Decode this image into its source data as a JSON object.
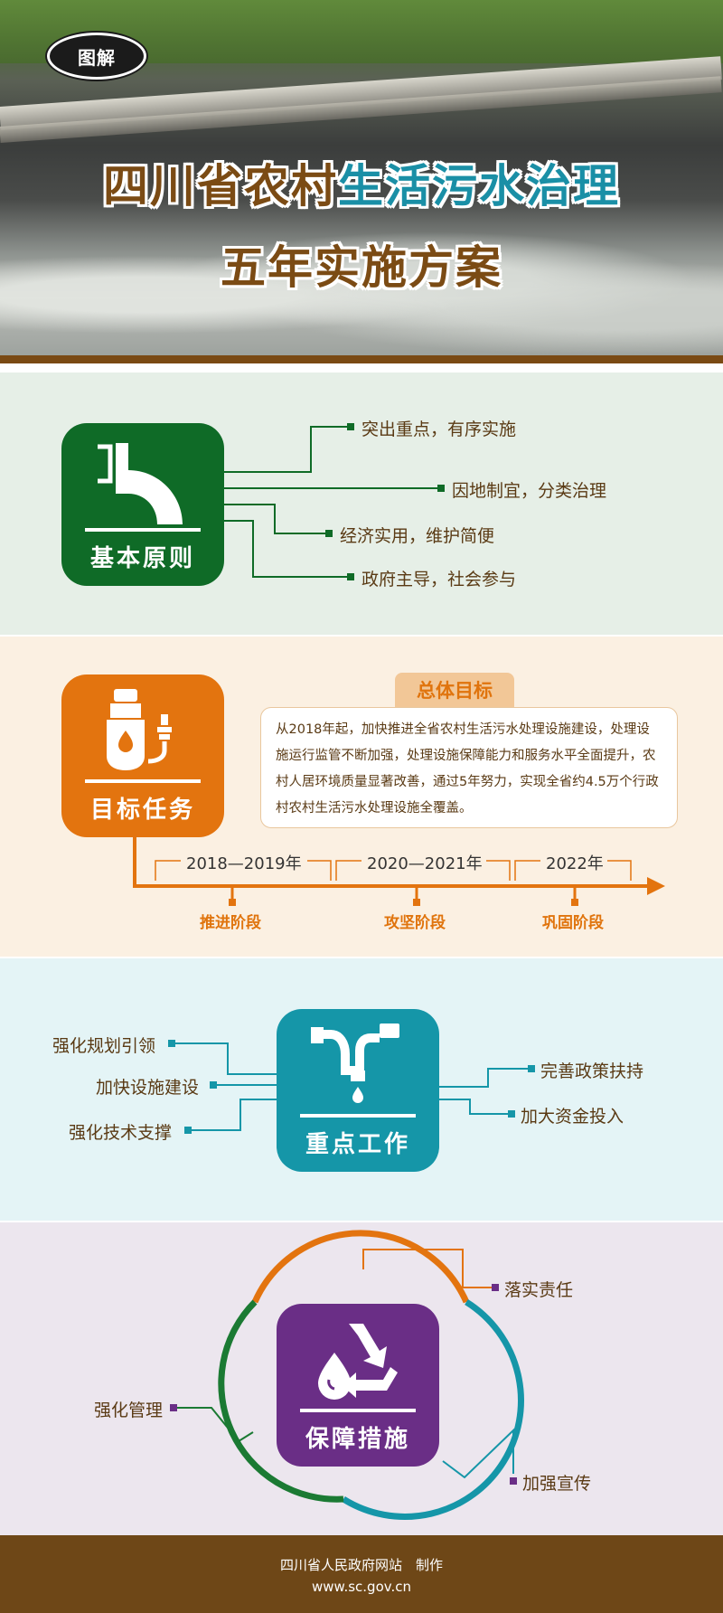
{
  "header": {
    "badge": "图解",
    "title_part1": "四川省农村",
    "title_part2": "生活污水治理",
    "title_line2": "五年实施方案"
  },
  "principles": {
    "card_label": "基本原则",
    "items": [
      "突出重点，有序实施",
      "因地制宜，分类治理",
      "经济实用，维护简便",
      "政府主导，社会参与"
    ],
    "colors": {
      "accent": "#0f6b27"
    }
  },
  "targets": {
    "card_label": "目标任务",
    "goal_title": "总体目标",
    "goal_text": "从2018年起，加快推进全省农村生活污水处理设施建设，处理设施运行监管不断加强，处理设施保障能力和服务水平全面提升，农村人居环境质量显著改善，通过5年努力，实现全省约4.5万个行政村农村生活污水处理设施全覆盖。",
    "timeline": [
      {
        "period": "2018—2019年",
        "stage": "推进阶段"
      },
      {
        "period": "2020—2021年",
        "stage": "攻坚阶段"
      },
      {
        "period": "2022年",
        "stage": "巩固阶段"
      }
    ],
    "colors": {
      "accent": "#e3740f"
    }
  },
  "keywork": {
    "card_label": "重点工作",
    "left_items": [
      "强化规划引领",
      "加快设施建设",
      "强化技术支撑"
    ],
    "right_items": [
      "完善政策扶持",
      "加大资金投入"
    ],
    "colors": {
      "accent": "#1596a8"
    }
  },
  "guarantee": {
    "card_label": "保障措施",
    "items": {
      "top": "落实责任",
      "left": "强化管理",
      "right": "加强宣传"
    },
    "colors": {
      "accent": "#6a2e86",
      "ring_orange": "#e3740f",
      "ring_teal": "#1596a8",
      "ring_green": "#1b7a33"
    }
  },
  "footer": {
    "producer": "四川省人民政府网站　制作",
    "url": "www.sc.gov.cn"
  }
}
